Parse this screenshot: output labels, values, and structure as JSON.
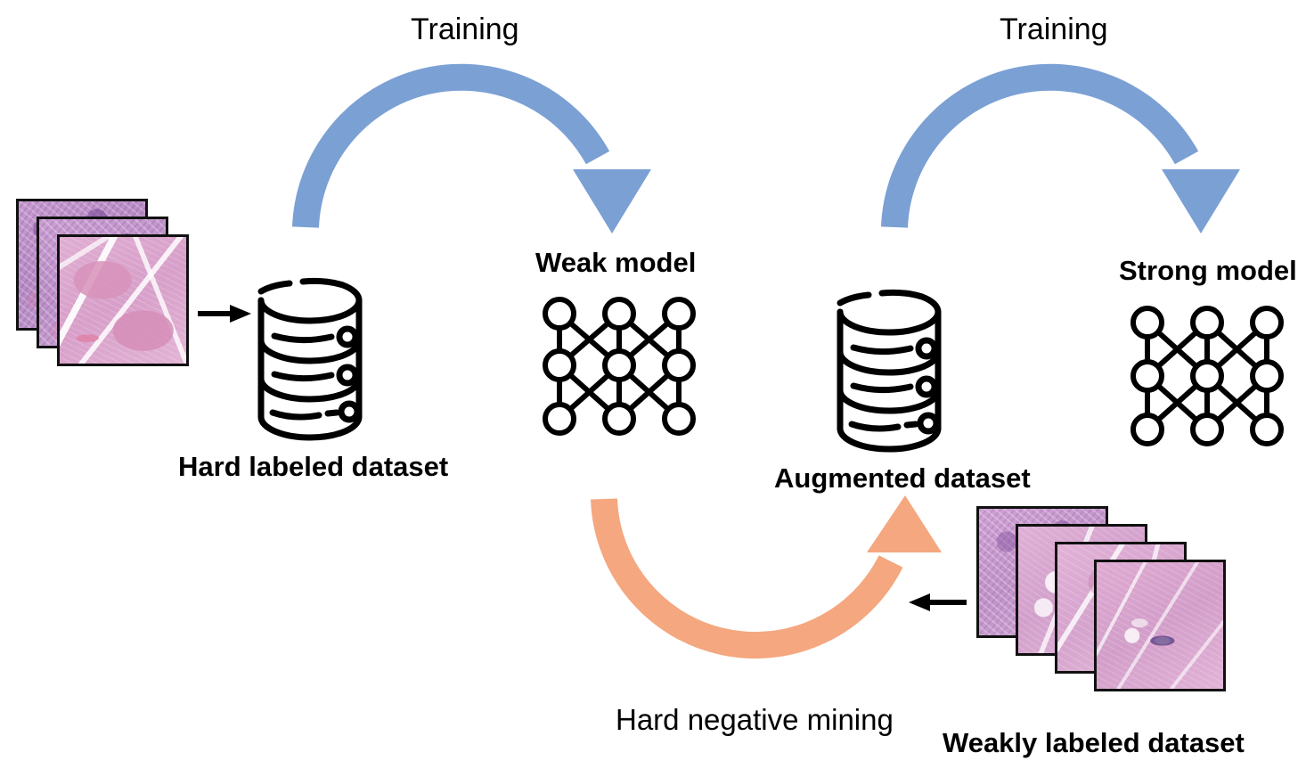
{
  "diagram": {
    "title": "Weak-to-strong model training with hard negative mining",
    "colors": {
      "arrow_blue": "#7ba0d4",
      "arrow_orange": "#f5a77f",
      "stroke_black": "#000000",
      "tissue_pink": "#d9a0c8",
      "tissue_purple": "#b28bc0",
      "background": "#ffffff"
    },
    "labels": {
      "training_left": "Training",
      "training_right": "Training",
      "weak_model": "Weak model",
      "strong_model": "Strong model",
      "hard_labeled_dataset": "Hard labeled dataset",
      "augmented_dataset": "Augmented dataset",
      "weakly_labeled_dataset": "Weakly labeled dataset",
      "hard_negative_mining": "Hard negative mining"
    },
    "nodes": [
      {
        "id": "hard-labeled-images",
        "type": "image-stack",
        "count": 3,
        "label": ""
      },
      {
        "id": "hard-labeled-database",
        "type": "database",
        "tiers": 3,
        "label": "Hard labeled dataset"
      },
      {
        "id": "weak-model-network",
        "type": "neural-network",
        "layers": 3,
        "nodes_per_layer": 3,
        "label": "Weak model"
      },
      {
        "id": "augmented-database",
        "type": "database",
        "tiers": 3,
        "label": "Augmented dataset"
      },
      {
        "id": "strong-model-network",
        "type": "neural-network",
        "layers": 3,
        "nodes_per_layer": 3,
        "label": "Strong model"
      },
      {
        "id": "weakly-labeled-images",
        "type": "image-stack",
        "count": 4,
        "label": "Weakly labeled dataset"
      }
    ],
    "edges": [
      {
        "id": "images-to-hard-db",
        "from": "hard-labeled-images",
        "to": "hard-labeled-database",
        "style": "black-straight",
        "label": ""
      },
      {
        "id": "hard-db-to-weak-model",
        "from": "hard-labeled-database",
        "to": "weak-model-network",
        "style": "blue-arc",
        "label": "Training"
      },
      {
        "id": "weak-model-to-augmented-db",
        "from": "weak-model-network",
        "to": "augmented-database",
        "style": "orange-arc",
        "label": "Hard negative mining"
      },
      {
        "id": "weak-images-to-orange-arc",
        "from": "weakly-labeled-images",
        "to": "weak-model-to-augmented-db",
        "style": "black-straight",
        "label": ""
      },
      {
        "id": "augmented-db-to-strong-model",
        "from": "augmented-database",
        "to": "strong-model-network",
        "style": "blue-arc",
        "label": "Training"
      }
    ]
  }
}
